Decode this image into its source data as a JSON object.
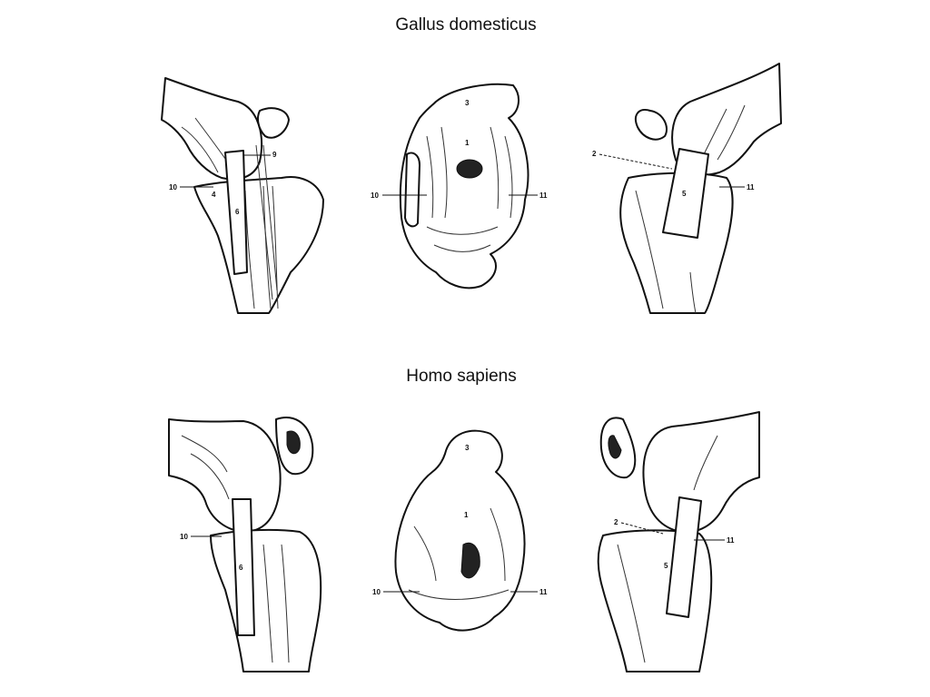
{
  "titles": {
    "top": "Gallus domesticus",
    "bottom": "Homo sapiens"
  },
  "labels": {
    "g_left_9": "9",
    "g_left_10": "10",
    "g_left_4": "4",
    "g_left_6": "6",
    "g_mid_3": "3",
    "g_mid_1": "1",
    "g_mid_10": "10",
    "g_mid_11": "11",
    "g_right_2": "2",
    "g_right_5": "5",
    "g_right_11": "11",
    "h_left_10": "10",
    "h_left_6": "6",
    "h_mid_3": "3",
    "h_mid_1": "1",
    "h_mid_10": "10",
    "h_mid_11": "11",
    "h_right_2": "2",
    "h_right_5": "5",
    "h_right_11": "11"
  }
}
